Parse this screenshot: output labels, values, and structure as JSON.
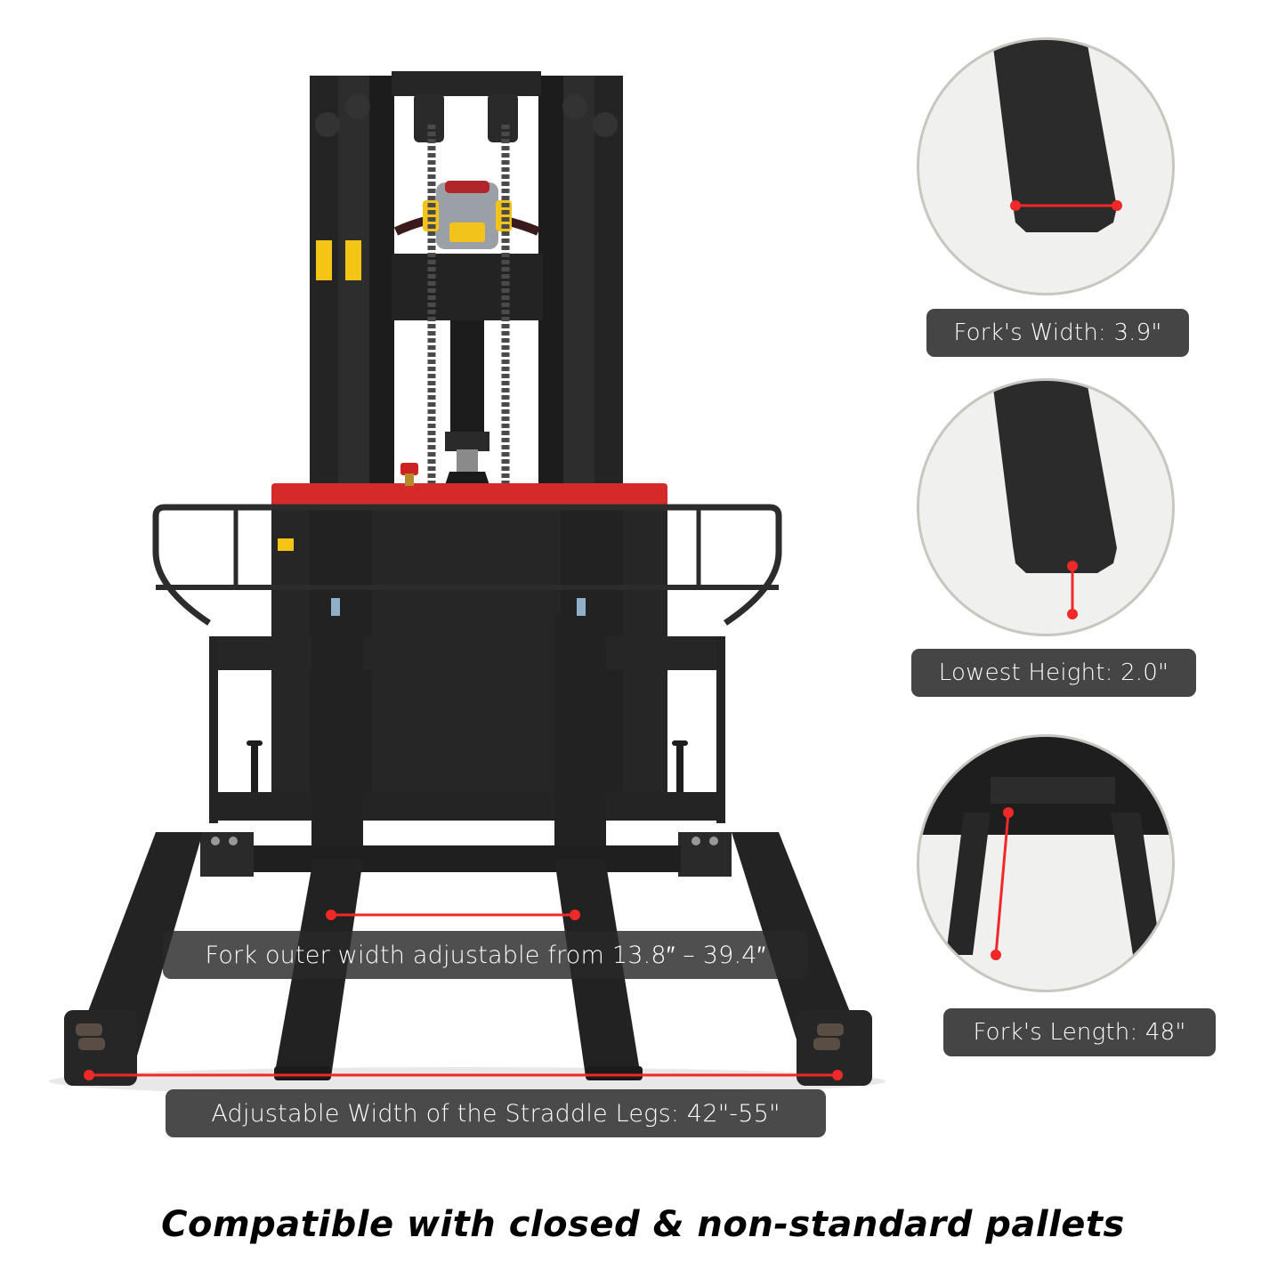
{
  "product": {
    "type": "electric straddle stacker forklift",
    "colors": {
      "body": "#1f1f1f",
      "frame": "#2a2a2a",
      "accent_red": "#d42a2a",
      "measure_red": "#f02828",
      "label_bg": "#454545",
      "label_text": "#ffffff",
      "warning_yellow": "#f4c514"
    }
  },
  "callouts": {
    "fork_outer_width": "Fork outer width adjustable from 13.8″ – 39.4″",
    "straddle_legs_width": "Adjustable Width of the Straddle Legs: 42\"-55\""
  },
  "insets": [
    {
      "id": "fork-width",
      "label": "Fork's Width: 3.9\""
    },
    {
      "id": "lowest-height",
      "label": "Lowest Height: 2.0\""
    },
    {
      "id": "fork-length",
      "label": "Fork's Length: 48\""
    }
  ],
  "caption": "Compatible with closed & non-standard pallets"
}
